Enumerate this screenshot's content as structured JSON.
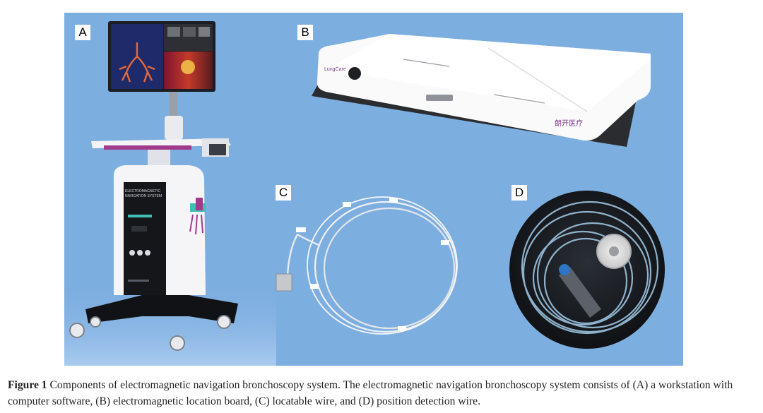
{
  "figure": {
    "panels": [
      {
        "id": "A",
        "label": "A",
        "console_text_1": "ELECTROMAGNETIC",
        "console_text_2": "NAVIGATION SYSTEM"
      },
      {
        "id": "B",
        "label": "B",
        "brand_left": "LungCare",
        "brand_right": "朗开医疗"
      },
      {
        "id": "C",
        "label": "C"
      },
      {
        "id": "D",
        "label": "D"
      }
    ],
    "colors": {
      "background": "#7daee0",
      "accent_purple": "#a23a8c",
      "accent_teal": "#3fbfb4"
    }
  },
  "caption": {
    "lead": "Figure 1",
    "text": " Components of electromagnetic navigation bronchoscopy system. The electromagnetic navigation bronchoscopy system consists of (A) a workstation with computer software, (B) electromagnetic location board, (C) locatable wire, and (D) position detection wire."
  }
}
